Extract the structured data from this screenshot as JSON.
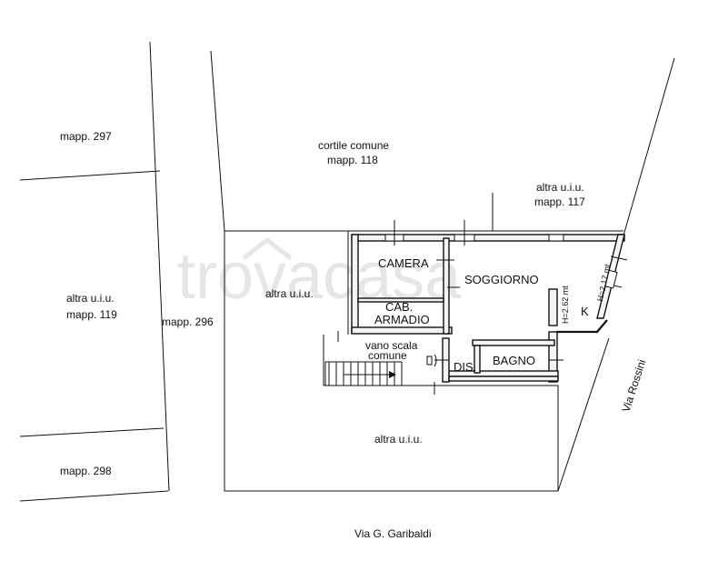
{
  "labels": {
    "mapp_297": "mapp. 297",
    "altra_119_line1": "altra u.i.u.",
    "altra_119_line2": "mapp. 119",
    "mapp_296": "mapp. 296",
    "mapp_298": "mapp. 298",
    "cortile_line1": "cortile comune",
    "cortile_line2": "mapp. 118",
    "altra_117_line1": "altra u.i.u.",
    "altra_117_line2": "mapp. 117",
    "altra_left": "altra u.i.u.",
    "altra_bottom": "altra u.i.u.",
    "via_rossini": "Via Rossini",
    "via_garibaldi": "Via G. Garibaldi"
  },
  "rooms": {
    "camera": "CAMERA",
    "cab_line1": "CAB.",
    "cab_line2": "ARMADIO",
    "soggiorno": "SOGGIORNO",
    "scala_line1": "vano scala",
    "scala_line2": "comune",
    "dis": "DIS.",
    "bagno": "BAGNO",
    "k": "K"
  },
  "heights": {
    "h1": "H=2.62 mt",
    "h2": "H=2.17 mt"
  },
  "watermark": "trovacasa"
}
